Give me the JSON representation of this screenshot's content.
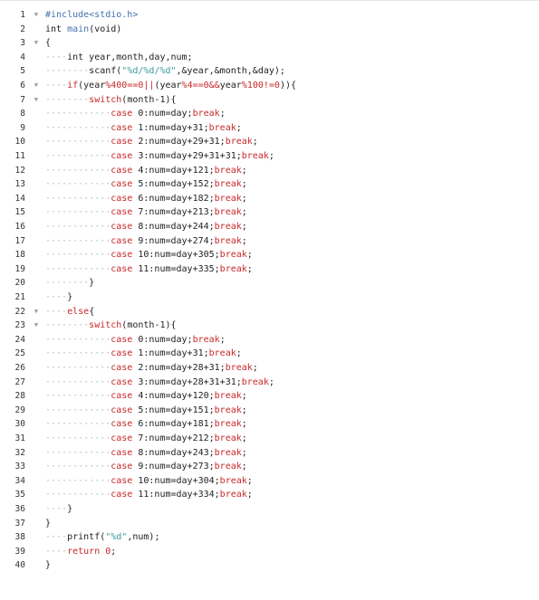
{
  "lines": [
    {
      "num": "1",
      "fold": true,
      "indent": 0,
      "tokens": [
        {
          "t": "#include<stdio.h>",
          "c": "pp"
        }
      ]
    },
    {
      "num": "2",
      "indent": 0,
      "tokens": [
        {
          "t": "int ",
          "c": ""
        },
        {
          "t": "main",
          "c": "fn"
        },
        {
          "t": "(void)",
          "c": ""
        }
      ]
    },
    {
      "num": "3",
      "fold": true,
      "indent": 0,
      "tokens": [
        {
          "t": "{",
          "c": ""
        }
      ]
    },
    {
      "num": "4",
      "indent": 4,
      "tokens": [
        {
          "t": "int year,month,day,num;",
          "c": ""
        }
      ]
    },
    {
      "num": "5",
      "indent": 8,
      "tokens": [
        {
          "t": "scanf(",
          "c": ""
        },
        {
          "t": "\"%d/%d/%d\"",
          "c": "str"
        },
        {
          "t": ",&year,&month,&day);",
          "c": ""
        }
      ]
    },
    {
      "num": "6",
      "fold": true,
      "indent": 4,
      "tokens": [
        {
          "t": "if",
          "c": "kw"
        },
        {
          "t": "(year",
          "c": ""
        },
        {
          "t": "%400==0||",
          "c": "op"
        },
        {
          "t": "(year",
          "c": ""
        },
        {
          "t": "%4==0&&",
          "c": "op"
        },
        {
          "t": "year",
          "c": ""
        },
        {
          "t": "%100!=0",
          "c": "op"
        },
        {
          "t": ")){",
          "c": ""
        }
      ]
    },
    {
      "num": "7",
      "fold": true,
      "indent": 8,
      "tokens": [
        {
          "t": "switch",
          "c": "kw"
        },
        {
          "t": "(month-1){",
          "c": ""
        }
      ]
    },
    {
      "num": "8",
      "indent": 12,
      "tokens": [
        {
          "t": "case ",
          "c": "kw"
        },
        {
          "t": "0:num=day;",
          "c": ""
        },
        {
          "t": "break",
          "c": "kw"
        },
        {
          "t": ";",
          "c": ""
        }
      ]
    },
    {
      "num": "9",
      "indent": 12,
      "tokens": [
        {
          "t": "case ",
          "c": "kw"
        },
        {
          "t": "1:num=day+31;",
          "c": ""
        },
        {
          "t": "break",
          "c": "kw"
        },
        {
          "t": ";",
          "c": ""
        }
      ]
    },
    {
      "num": "10",
      "indent": 12,
      "tokens": [
        {
          "t": "case ",
          "c": "kw"
        },
        {
          "t": "2:num=day+29+31;",
          "c": ""
        },
        {
          "t": "break",
          "c": "kw"
        },
        {
          "t": ";",
          "c": ""
        }
      ]
    },
    {
      "num": "11",
      "indent": 12,
      "tokens": [
        {
          "t": "case ",
          "c": "kw"
        },
        {
          "t": "3:num=day+29+31+31;",
          "c": ""
        },
        {
          "t": "break",
          "c": "kw"
        },
        {
          "t": ";",
          "c": ""
        }
      ]
    },
    {
      "num": "12",
      "indent": 12,
      "tokens": [
        {
          "t": "case ",
          "c": "kw"
        },
        {
          "t": "4:num=day+121;",
          "c": ""
        },
        {
          "t": "break",
          "c": "kw"
        },
        {
          "t": ";",
          "c": ""
        }
      ]
    },
    {
      "num": "13",
      "indent": 12,
      "tokens": [
        {
          "t": "case ",
          "c": "kw"
        },
        {
          "t": "5:num=day+152;",
          "c": ""
        },
        {
          "t": "break",
          "c": "kw"
        },
        {
          "t": ";",
          "c": ""
        }
      ]
    },
    {
      "num": "14",
      "indent": 12,
      "tokens": [
        {
          "t": "case ",
          "c": "kw"
        },
        {
          "t": "6:num=day+182;",
          "c": ""
        },
        {
          "t": "break",
          "c": "kw"
        },
        {
          "t": ";",
          "c": ""
        }
      ]
    },
    {
      "num": "15",
      "indent": 12,
      "tokens": [
        {
          "t": "case ",
          "c": "kw"
        },
        {
          "t": "7:num=day+213;",
          "c": ""
        },
        {
          "t": "break",
          "c": "kw"
        },
        {
          "t": ";",
          "c": ""
        }
      ]
    },
    {
      "num": "16",
      "indent": 12,
      "tokens": [
        {
          "t": "case ",
          "c": "kw"
        },
        {
          "t": "8:num=day+244;",
          "c": ""
        },
        {
          "t": "break",
          "c": "kw"
        },
        {
          "t": ";",
          "c": ""
        }
      ]
    },
    {
      "num": "17",
      "indent": 12,
      "tokens": [
        {
          "t": "case ",
          "c": "kw"
        },
        {
          "t": "9:num=day+274;",
          "c": ""
        },
        {
          "t": "break",
          "c": "kw"
        },
        {
          "t": ";",
          "c": ""
        }
      ]
    },
    {
      "num": "18",
      "indent": 12,
      "tokens": [
        {
          "t": "case ",
          "c": "kw"
        },
        {
          "t": "10:num=day+305;",
          "c": ""
        },
        {
          "t": "break",
          "c": "kw"
        },
        {
          "t": ";",
          "c": ""
        }
      ]
    },
    {
      "num": "19",
      "indent": 12,
      "tokens": [
        {
          "t": "case ",
          "c": "kw"
        },
        {
          "t": "11:num=day+335;",
          "c": ""
        },
        {
          "t": "break",
          "c": "kw"
        },
        {
          "t": ";",
          "c": ""
        }
      ]
    },
    {
      "num": "20",
      "indent": 8,
      "tokens": [
        {
          "t": "}",
          "c": ""
        }
      ]
    },
    {
      "num": "21",
      "indent": 4,
      "tokens": [
        {
          "t": "}",
          "c": ""
        }
      ]
    },
    {
      "num": "22",
      "fold": true,
      "indent": 4,
      "tokens": [
        {
          "t": "else",
          "c": "kw"
        },
        {
          "t": "{",
          "c": ""
        }
      ]
    },
    {
      "num": "23",
      "fold": true,
      "indent": 8,
      "tokens": [
        {
          "t": "switch",
          "c": "kw"
        },
        {
          "t": "(month-1){",
          "c": ""
        }
      ]
    },
    {
      "num": "24",
      "indent": 12,
      "tokens": [
        {
          "t": "case ",
          "c": "kw"
        },
        {
          "t": "0:num=day;",
          "c": ""
        },
        {
          "t": "break",
          "c": "kw"
        },
        {
          "t": ";",
          "c": ""
        }
      ]
    },
    {
      "num": "25",
      "indent": 12,
      "tokens": [
        {
          "t": "case ",
          "c": "kw"
        },
        {
          "t": "1:num=day+31;",
          "c": ""
        },
        {
          "t": "break",
          "c": "kw"
        },
        {
          "t": ";",
          "c": ""
        }
      ]
    },
    {
      "num": "26",
      "indent": 12,
      "tokens": [
        {
          "t": "case ",
          "c": "kw"
        },
        {
          "t": "2:num=day+28+31;",
          "c": ""
        },
        {
          "t": "break",
          "c": "kw"
        },
        {
          "t": ";",
          "c": ""
        }
      ]
    },
    {
      "num": "27",
      "indent": 12,
      "tokens": [
        {
          "t": "case ",
          "c": "kw"
        },
        {
          "t": "3:num=day+28+31+31;",
          "c": ""
        },
        {
          "t": "break",
          "c": "kw"
        },
        {
          "t": ";",
          "c": ""
        }
      ]
    },
    {
      "num": "28",
      "indent": 12,
      "tokens": [
        {
          "t": "case ",
          "c": "kw"
        },
        {
          "t": "4:num=day+120;",
          "c": ""
        },
        {
          "t": "break",
          "c": "kw"
        },
        {
          "t": ";",
          "c": ""
        }
      ]
    },
    {
      "num": "29",
      "indent": 12,
      "tokens": [
        {
          "t": "case ",
          "c": "kw"
        },
        {
          "t": "5:num=day+151;",
          "c": ""
        },
        {
          "t": "break",
          "c": "kw"
        },
        {
          "t": ";",
          "c": ""
        }
      ]
    },
    {
      "num": "30",
      "indent": 12,
      "tokens": [
        {
          "t": "case ",
          "c": "kw"
        },
        {
          "t": "6:num=day+181;",
          "c": ""
        },
        {
          "t": "break",
          "c": "kw"
        },
        {
          "t": ";",
          "c": ""
        }
      ]
    },
    {
      "num": "31",
      "indent": 12,
      "tokens": [
        {
          "t": "case ",
          "c": "kw"
        },
        {
          "t": "7:num=day+212;",
          "c": ""
        },
        {
          "t": "break",
          "c": "kw"
        },
        {
          "t": ";",
          "c": ""
        }
      ]
    },
    {
      "num": "32",
      "indent": 12,
      "tokens": [
        {
          "t": "case ",
          "c": "kw"
        },
        {
          "t": "8:num=day+243;",
          "c": ""
        },
        {
          "t": "break",
          "c": "kw"
        },
        {
          "t": ";",
          "c": ""
        }
      ]
    },
    {
      "num": "33",
      "indent": 12,
      "tokens": [
        {
          "t": "case ",
          "c": "kw"
        },
        {
          "t": "9:num=day+273;",
          "c": ""
        },
        {
          "t": "break",
          "c": "kw"
        },
        {
          "t": ";",
          "c": ""
        }
      ]
    },
    {
      "num": "34",
      "indent": 12,
      "tokens": [
        {
          "t": "case ",
          "c": "kw"
        },
        {
          "t": "10:num=day+304;",
          "c": ""
        },
        {
          "t": "break",
          "c": "kw"
        },
        {
          "t": ";",
          "c": ""
        }
      ]
    },
    {
      "num": "35",
      "indent": 12,
      "tokens": [
        {
          "t": "case ",
          "c": "kw"
        },
        {
          "t": "11:num=day+334;",
          "c": ""
        },
        {
          "t": "break",
          "c": "kw"
        },
        {
          "t": ";",
          "c": ""
        }
      ]
    },
    {
      "num": "36",
      "indent": 4,
      "tokens": [
        {
          "t": "}",
          "c": ""
        }
      ]
    },
    {
      "num": "37",
      "indent": 0,
      "tokens": [
        {
          "t": "}",
          "c": ""
        }
      ]
    },
    {
      "num": "38",
      "indent": 4,
      "tokens": [
        {
          "t": "printf(",
          "c": ""
        },
        {
          "t": "\"%d\"",
          "c": "str"
        },
        {
          "t": ",num);",
          "c": ""
        }
      ]
    },
    {
      "num": "39",
      "indent": 4,
      "tokens": [
        {
          "t": "return ",
          "c": "kw"
        },
        {
          "t": "0",
          "c": "num"
        },
        {
          "t": ";",
          "c": ""
        }
      ]
    },
    {
      "num": "40",
      "indent": 0,
      "tokens": [
        {
          "t": "}",
          "c": ""
        }
      ]
    }
  ],
  "fold_icon": "chevron-down-icon",
  "colors": {
    "keyword": "#c82829",
    "function": "#4271ae",
    "string": "#3e999f",
    "whitespace_dot": "#bbbbbb"
  }
}
